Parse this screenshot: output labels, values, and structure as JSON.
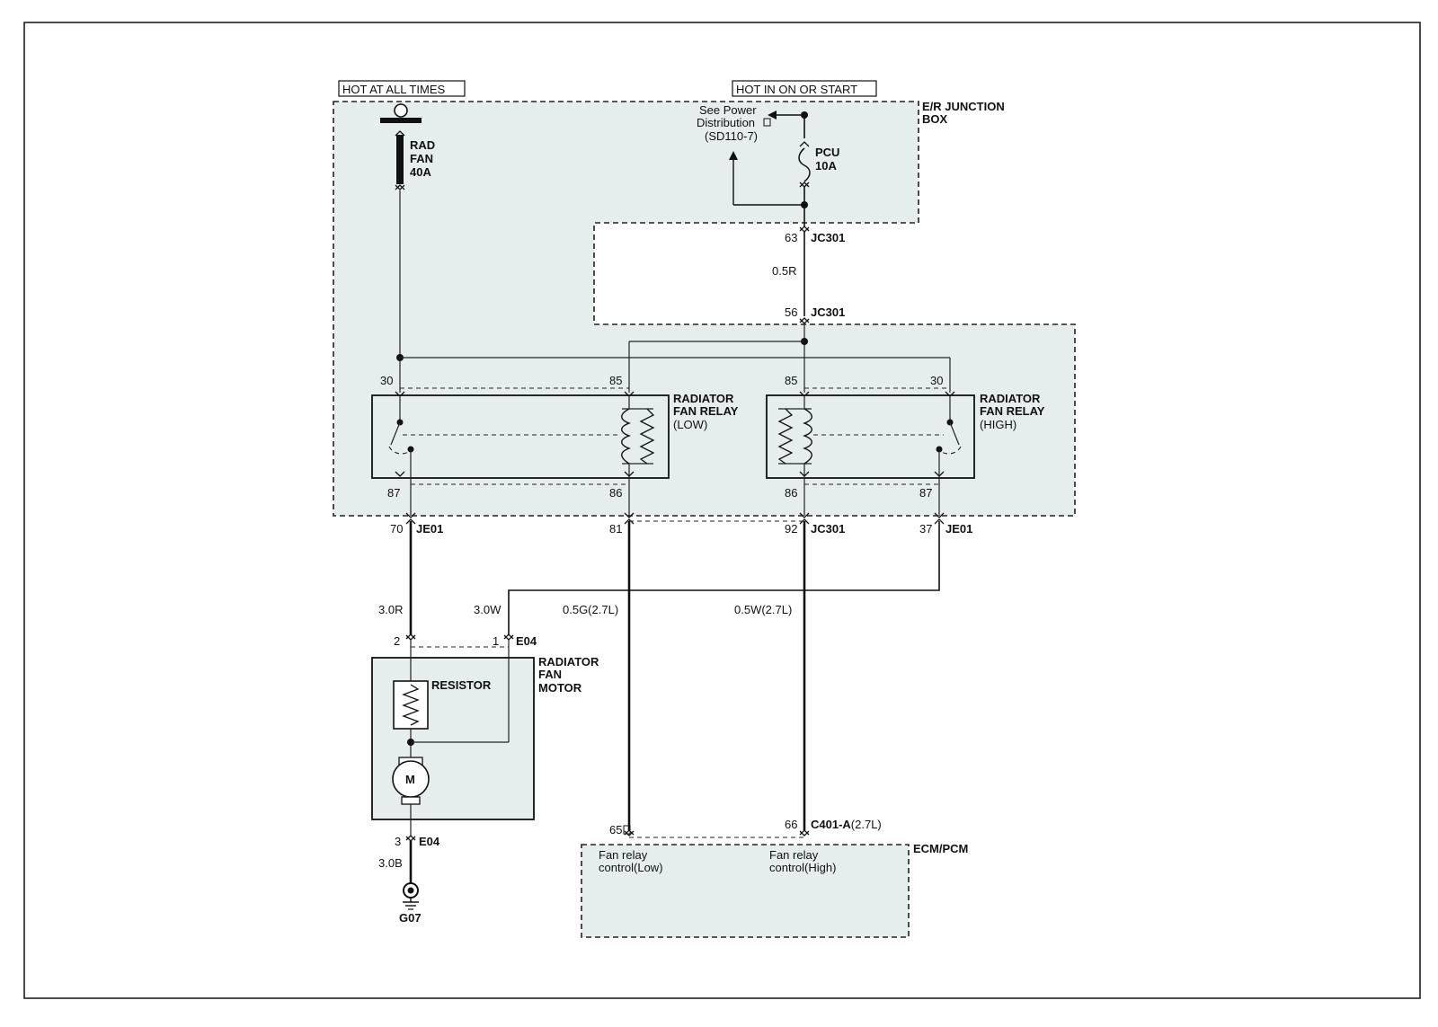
{
  "colors": {
    "zone_fill": "#e6eded",
    "line": "#111111"
  },
  "supplies": {
    "always": "HOT AT ALL TIMES",
    "on_start": "HOT IN ON OR START"
  },
  "junction_box": {
    "title_line1": "E/R JUNCTION",
    "title_line2": "BOX"
  },
  "fuses": {
    "rad_fan": {
      "line1": "RAD",
      "line2": "FAN",
      "line3": "40A"
    },
    "pcu": {
      "line1": "PCU",
      "line2": "10A"
    }
  },
  "power_ref": {
    "line1": "See Power",
    "line2": "Distribution",
    "line3": "(SD110-7)"
  },
  "connectors": {
    "jc301_63": {
      "pin": "63",
      "name": "JC301"
    },
    "jc301_56": {
      "pin": "56",
      "name": "JC301"
    },
    "je01_70": {
      "pin": "70",
      "name": "JE01"
    },
    "pin_81": {
      "pin": "81"
    },
    "jc301_92": {
      "pin": "92",
      "name": "JC301"
    },
    "je01_37": {
      "pin": "37",
      "name": "JE01"
    },
    "e04_2": {
      "pin": "2"
    },
    "e04_1": {
      "pin": "1",
      "name": "E04"
    },
    "e04_3": {
      "pin": "3",
      "name": "E04"
    },
    "c401_65": {
      "pin": "65"
    },
    "c401_66": {
      "pin": "66",
      "name": "C401-A",
      "suffix": "(2.7L)"
    }
  },
  "wires": {
    "w_05r": "0.5R",
    "w_30r": "3.0R",
    "w_30w": "3.0W",
    "w_05g": "0.5G(2.7L)",
    "w_05w": "0.5W(2.7L)",
    "w_30b": "3.0B"
  },
  "relay_low": {
    "line1": "RADIATOR",
    "line2": "FAN RELAY",
    "line3": "(LOW)",
    "pin30": "30",
    "pin85": "85",
    "pin87": "87",
    "pin86": "86"
  },
  "relay_high": {
    "line1": "RADIATOR",
    "line2": "FAN RELAY",
    "line3": "(HIGH)",
    "pin85": "85",
    "pin30": "30",
    "pin86": "86",
    "pin87": "87"
  },
  "fan_motor": {
    "line1": "RADIATOR",
    "line2": "FAN",
    "line3": "MOTOR",
    "resistor": "RESISTOR",
    "motor": "M"
  },
  "ground": {
    "name": "G07"
  },
  "ecm": {
    "name": "ECM/PCM",
    "low_line1": "Fan relay",
    "low_line2": "control(Low)",
    "high_line1": "Fan relay",
    "high_line2": "control(High)"
  }
}
